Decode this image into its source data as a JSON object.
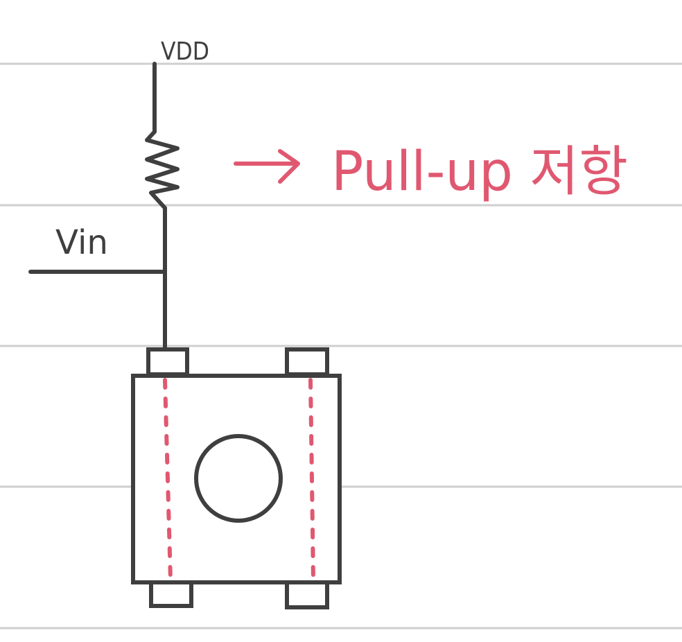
{
  "labels": {
    "vdd": "VDD",
    "vin": "Vin",
    "annotation": "Pull-up 저항"
  },
  "colors": {
    "paper": "#ffffff",
    "ruled_line": "#cfcfcf",
    "ink": "#3f3f3f",
    "accent": "#e05870"
  },
  "icons": {
    "arrow": "right-arrow-icon",
    "resistor": "resistor-icon",
    "switch": "push-button-switch-icon"
  }
}
